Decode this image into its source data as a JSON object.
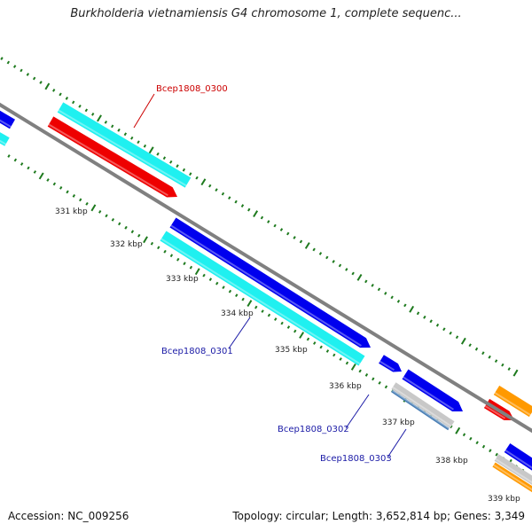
{
  "title": "Burkholderia vietnamiensis G4 chromosome 1, complete sequenc...",
  "footer": {
    "accession": "Accession: NC_009256",
    "summary": "Topology: circular; Length: 3,652,814 bp; Genes: 3,349"
  },
  "tick_labels": [
    "331 kbp",
    "332 kbp",
    "333 kbp",
    "334 kbp",
    "335 kbp",
    "336 kbp",
    "337 kbp",
    "338 kbp",
    "339 kbp"
  ],
  "gene_labels": [
    {
      "text": "Bcep1808_0300",
      "color": "#cc0000"
    },
    {
      "text": "Bcep1808_0301",
      "color": "#1a1aa6"
    },
    {
      "text": "Bcep1808_0302",
      "color": "#1a1aa6"
    },
    {
      "text": "Bcep1808_0303",
      "color": "#1a1aa6"
    }
  ],
  "colors": {
    "backbone": "#808080",
    "tick": "#1e7a1e",
    "cds_forward": "#0000ee",
    "cds_reverse": "#ee0000",
    "gene": "#1ff0f0",
    "orange": "#ff9900",
    "gray": "#c8c8c8",
    "steel": "#4a7fb5"
  }
}
